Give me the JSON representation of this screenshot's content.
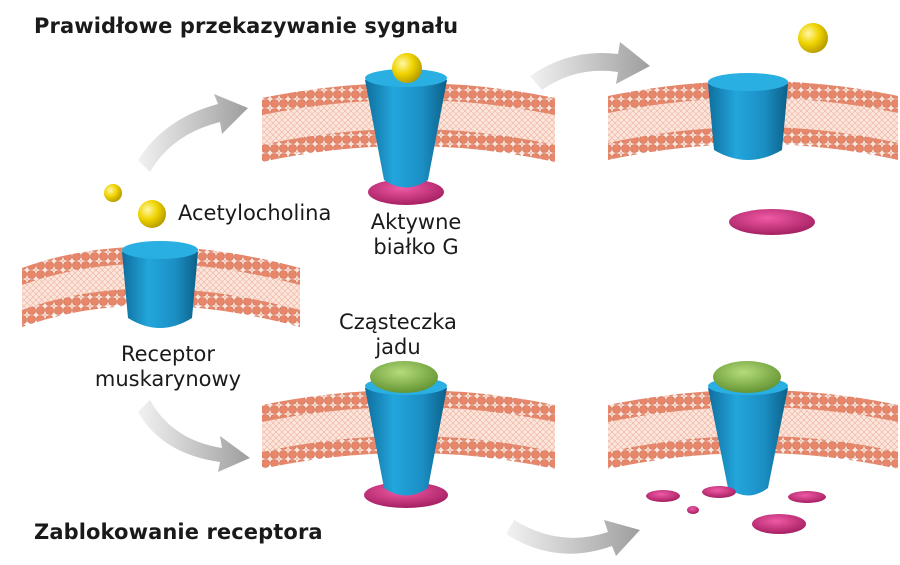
{
  "titles": {
    "top": "Prawidłowe przekazywanie sygnału",
    "bottom": "Zablokowanie receptora"
  },
  "labels": {
    "acetylcholine": "Acetylocholina",
    "g_protein_line1": "Aktywne",
    "g_protein_line2": "białko G",
    "receptor_line1": "Receptor",
    "receptor_line2": "muskarynowy",
    "venom_line1": "Cząsteczka",
    "venom_line2": "jadu"
  },
  "colors": {
    "lipid_head": "#e8866a",
    "lipid_tail": "#f3c1b1",
    "receptor": "#1b8fc4",
    "ligand": "#f0d400",
    "g_protein": "#cc2a7a",
    "venom": "#86b84a",
    "arrow": "#b9b9b9"
  }
}
